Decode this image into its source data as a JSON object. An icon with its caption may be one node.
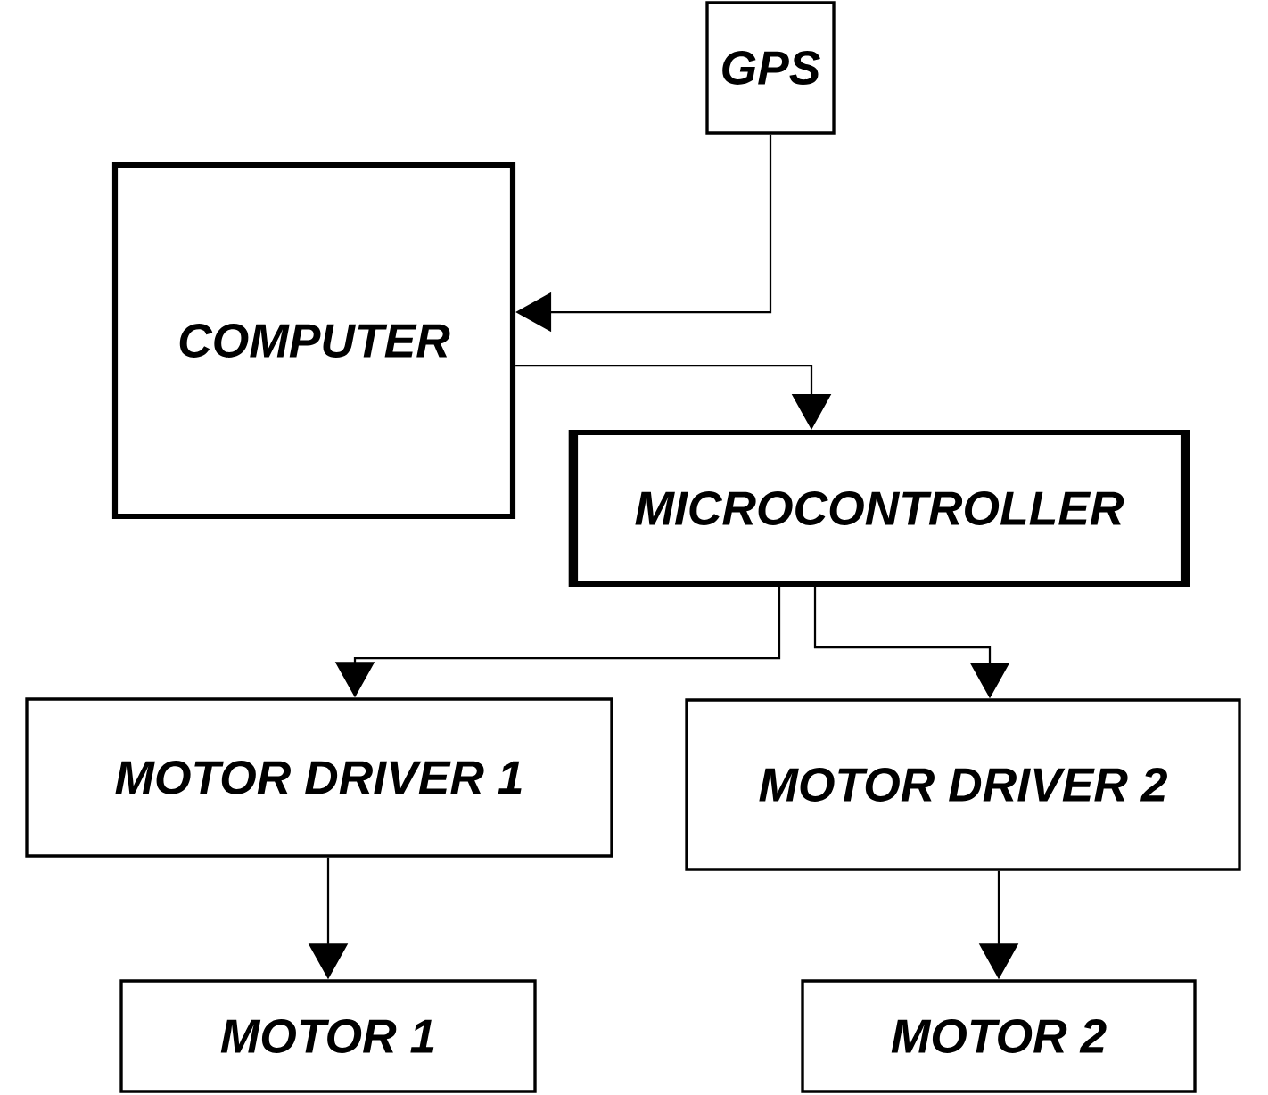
{
  "diagram": {
    "nodes": [
      {
        "text": [
          "GPS"
        ]
      },
      {
        "text": [
          "COMPUTER"
        ]
      },
      {
        "text": [
          "MICROCONTROLLER"
        ]
      },
      {
        "text": [
          "MOTOR DRIVER 1"
        ]
      },
      {
        "text": [
          "MOTOR DRIVER 2"
        ]
      },
      {
        "text": [
          "MOTOR 1"
        ]
      },
      {
        "text": [
          "MOTOR 2"
        ]
      }
    ],
    "edges": [
      {
        "from": 0,
        "to": 1,
        "arrow": "to"
      },
      {
        "from": 1,
        "to": 2,
        "arrow": "to"
      },
      {
        "from": 2,
        "to": 3,
        "arrow": "to"
      },
      {
        "from": 2,
        "to": 4,
        "arrow": "to"
      },
      {
        "from": 3,
        "to": 5,
        "arrow": "to"
      },
      {
        "from": 4,
        "to": 6,
        "arrow": "to"
      }
    ]
  }
}
